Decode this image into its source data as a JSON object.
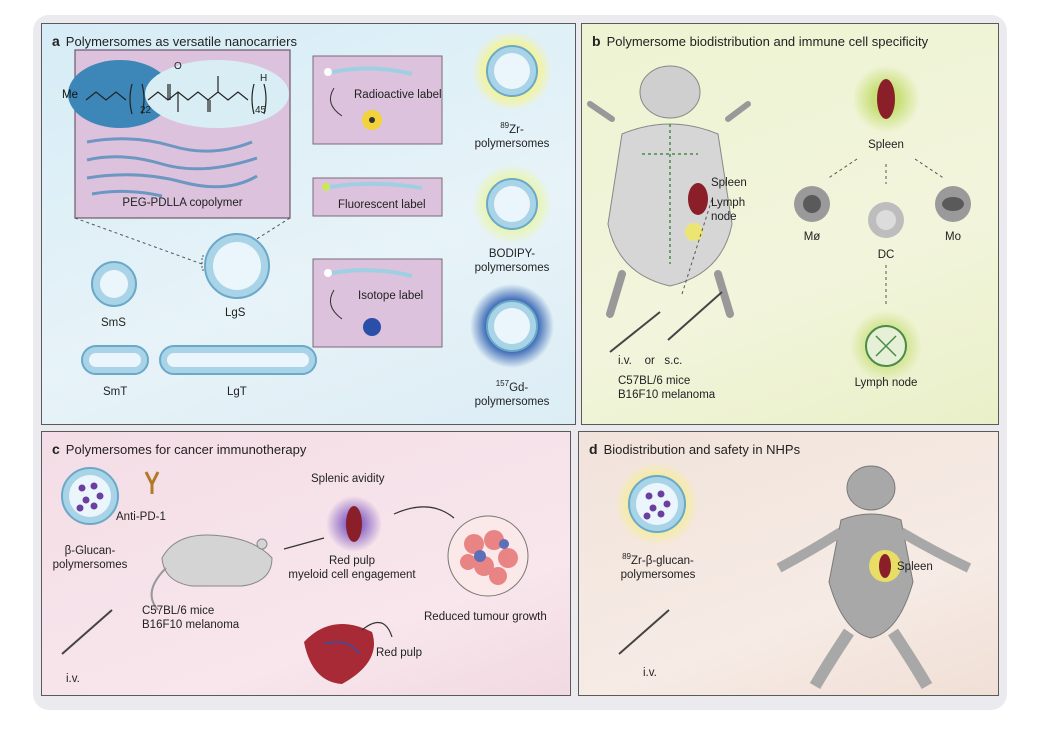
{
  "panels": {
    "a": {
      "letter": "a",
      "title": "Polymersomes as versatile nanocarriers",
      "copolymer_label": "PEG-PDLLA copolymer",
      "chem_me": "Me",
      "chem_o": "O",
      "chem_n1": "22",
      "chem_n2": "45",
      "chem_h": "H",
      "labels": {
        "radioactive": "Radioactive label",
        "fluorescent": "Fluorescent label",
        "isotope": "Isotope label"
      },
      "shapes": {
        "sms": "SmS",
        "lgs": "LgS",
        "smt": "SmT",
        "lgt": "LgT"
      },
      "particles": {
        "zr_sup": "89",
        "zr_line1": "Zr-",
        "zr_line2": "polymersomes",
        "bodipy_line1": "BODIPY-",
        "bodipy_line2": "polymersomes",
        "gd_sup": "157",
        "gd_line1": "Gd-",
        "gd_line2": "polymersomes"
      }
    },
    "b": {
      "letter": "b",
      "title": "Polymersome biodistribution and immune cell specificity",
      "spleen": "Spleen",
      "lymph_line1": "Lymph",
      "lymph_line2": "node",
      "routes": "i.v.    or   s.c.",
      "mice_line1": "C57BL/6 mice",
      "mice_line2": "B16F10 melanoma",
      "spleen_right": "Spleen",
      "mo_phi": "Mø",
      "dc": "DC",
      "mo": "Mo",
      "lymph_node": "Lymph node"
    },
    "c": {
      "letter": "c",
      "title": "Polymersomes for cancer immunotherapy",
      "anti_pd1": "Anti-PD-1",
      "glucan_line1": "β-Glucan-",
      "glucan_line2": "polymersomes",
      "splenic_avidity": "Splenic avidity",
      "red_pulp_line1": "Red pulp",
      "red_pulp_line2": "myeloid cell engagement",
      "reduced": "Reduced tumour growth",
      "mice_line1": "C57BL/6 mice",
      "mice_line2": "B16F10 melanoma",
      "iv": "i.v.",
      "red_pulp": "Red pulp"
    },
    "d": {
      "letter": "d",
      "title": "Biodistribution and safety in NHPs",
      "zr_sup": "89",
      "zr_line1": "Zr-β-glucan-",
      "zr_line2": "polymersomes",
      "spleen": "Spleen",
      "iv": "i.v."
    }
  },
  "colors": {
    "panel_a_bg": "#d6ecf6",
    "panel_b_bg": "#eef3d2",
    "panel_c_bg": "#f4dde6",
    "panel_d_bg": "#f1e3db",
    "polymersome_blue": "#a9d4e8",
    "glow_yellow": "#f3f07a",
    "glow_blue": "#2f5fb0",
    "spleen_red": "#8a1f2a",
    "purple_particle": "#6b3fa0"
  }
}
